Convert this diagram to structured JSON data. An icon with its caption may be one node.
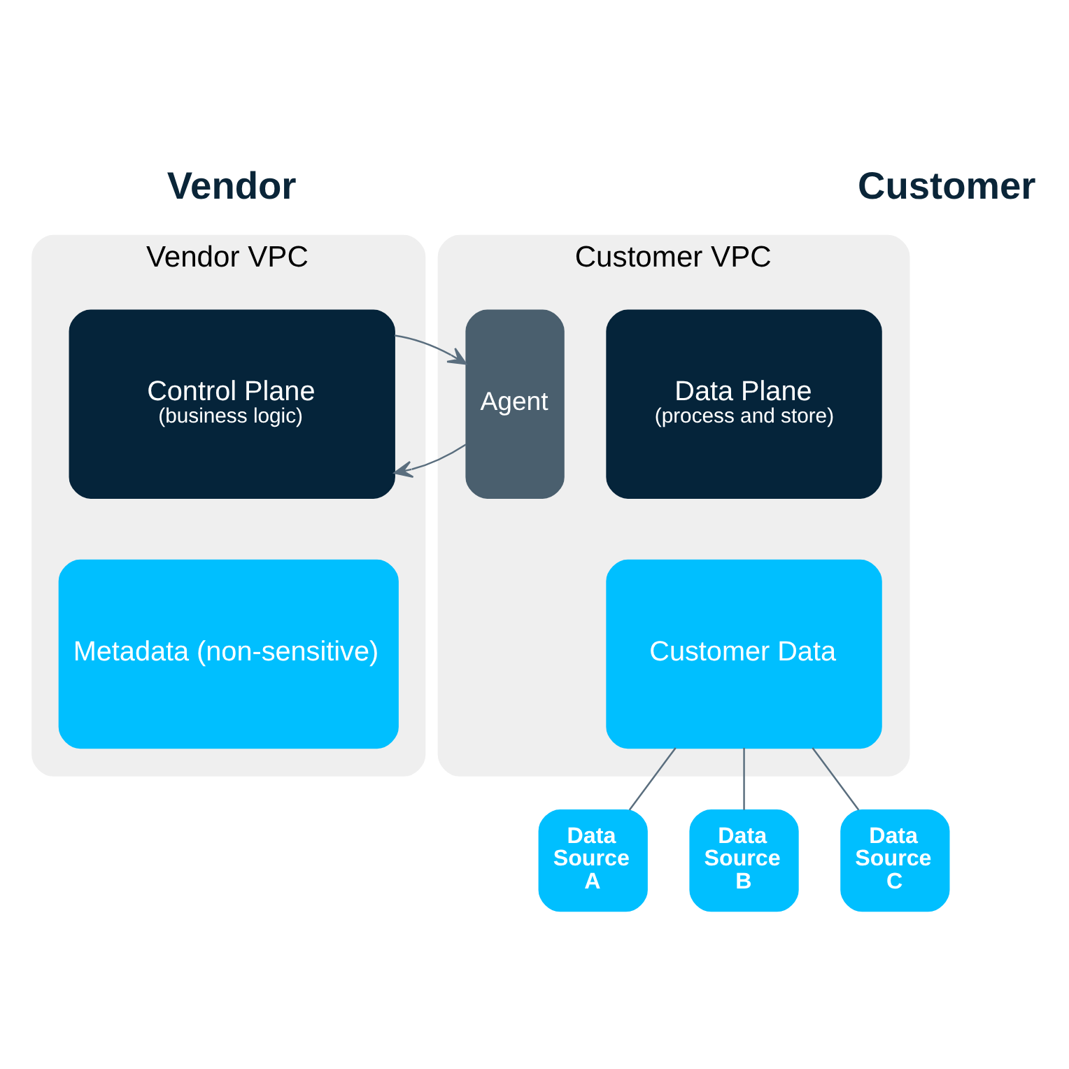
{
  "diagram": {
    "nodes": [
      {
        "text": [
          "Vendor VPC"
        ]
      },
      {
        "text": [
          "Control Plane",
          "(business logic)"
        ],
        "in": 0
      },
      {
        "text": [
          "Metadata (non-sensitive)"
        ],
        "in": 0
      },
      {
        "text": [
          "Customer VPC"
        ]
      },
      {
        "text": [
          "Agent"
        ],
        "in": 3
      },
      {
        "text": [
          "Data Plane",
          "(process and store)"
        ],
        "in": 3
      },
      {
        "text": [
          "Customer Data"
        ],
        "in": 3
      },
      {
        "text": [
          "Data Source A"
        ]
      },
      {
        "text": [
          "Data Source B"
        ]
      },
      {
        "text": [
          "Data Source C"
        ]
      }
    ],
    "edges": [
      {
        "from": 4,
        "to": 1,
        "arrow": "to"
      },
      {
        "from": 1,
        "to": 4,
        "arrow": "to"
      },
      {
        "from": 6,
        "to": 7,
        "arrow": "none"
      },
      {
        "from": 6,
        "to": 8,
        "arrow": "none"
      },
      {
        "from": 6,
        "to": 9,
        "arrow": "none"
      }
    ],
    "labels": [
      "Vendor",
      "Customer"
    ]
  }
}
